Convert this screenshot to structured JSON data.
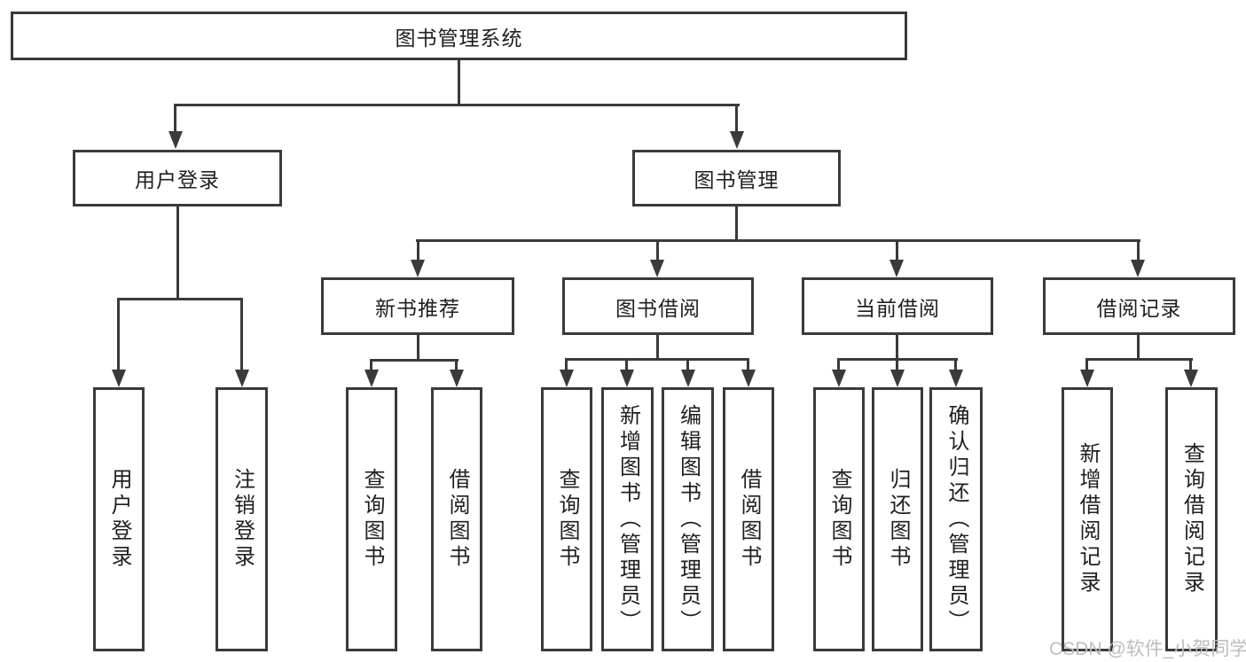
{
  "diagram": {
    "type": "hierarchy-tree",
    "background": "#ffffff",
    "colors": {
      "line": "#3a3a3a",
      "box_border": "#3a3a3a",
      "text": "#1f1f1f",
      "watermark": "#bdbdbd"
    },
    "arrow_style": "solid-triangle-down"
  },
  "watermark": {
    "text": "CSDN @软件_小贺同学"
  },
  "tree": {
    "label": "图书管理系统",
    "children": [
      {
        "label": "用户登录",
        "children": [
          {
            "label": "用户登录"
          },
          {
            "label": "注销登录"
          }
        ]
      },
      {
        "label": "图书管理",
        "children": [
          {
            "label": "新书推荐",
            "children": [
              {
                "label": "查询图书"
              },
              {
                "label": "借阅图书"
              }
            ]
          },
          {
            "label": "图书借阅",
            "children": [
              {
                "label": "查询图书"
              },
              {
                "label": "新增图书（管理员）"
              },
              {
                "label": "编辑图书（管理员）"
              },
              {
                "label": "借阅图书"
              }
            ]
          },
          {
            "label": "当前借阅",
            "children": [
              {
                "label": "查询图书"
              },
              {
                "label": "归还图书"
              },
              {
                "label": "确认归还（管理员）"
              }
            ]
          },
          {
            "label": "借阅记录",
            "children": [
              {
                "label": "新增借阅记录"
              },
              {
                "label": "查询借阅记录"
              }
            ]
          }
        ]
      }
    ]
  }
}
